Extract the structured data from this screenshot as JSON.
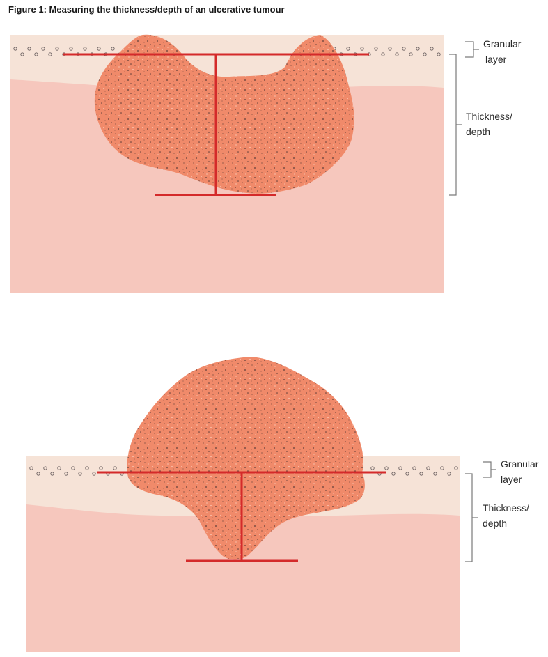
{
  "figure": {
    "title": "Figure 1: Measuring the thickness/depth of an ulcerative tumour"
  },
  "colors": {
    "dermis": "#f6c7bd",
    "epidermis": "#f6e3d7",
    "tumour": "#f08a6a",
    "measure": "#d42a2a",
    "bracket": "#7a7a7a",
    "speckle": "#5a3a36"
  },
  "panels": [
    {
      "granular_label_1": "Granular",
      "granular_label_2": "layer",
      "thickness_label_1": "Thickness/",
      "thickness_label_2": "depth"
    },
    {
      "granular_label_1": "Granular",
      "granular_label_2": "layer",
      "thickness_label_1": "Thickness/",
      "thickness_label_2": "depth"
    }
  ]
}
